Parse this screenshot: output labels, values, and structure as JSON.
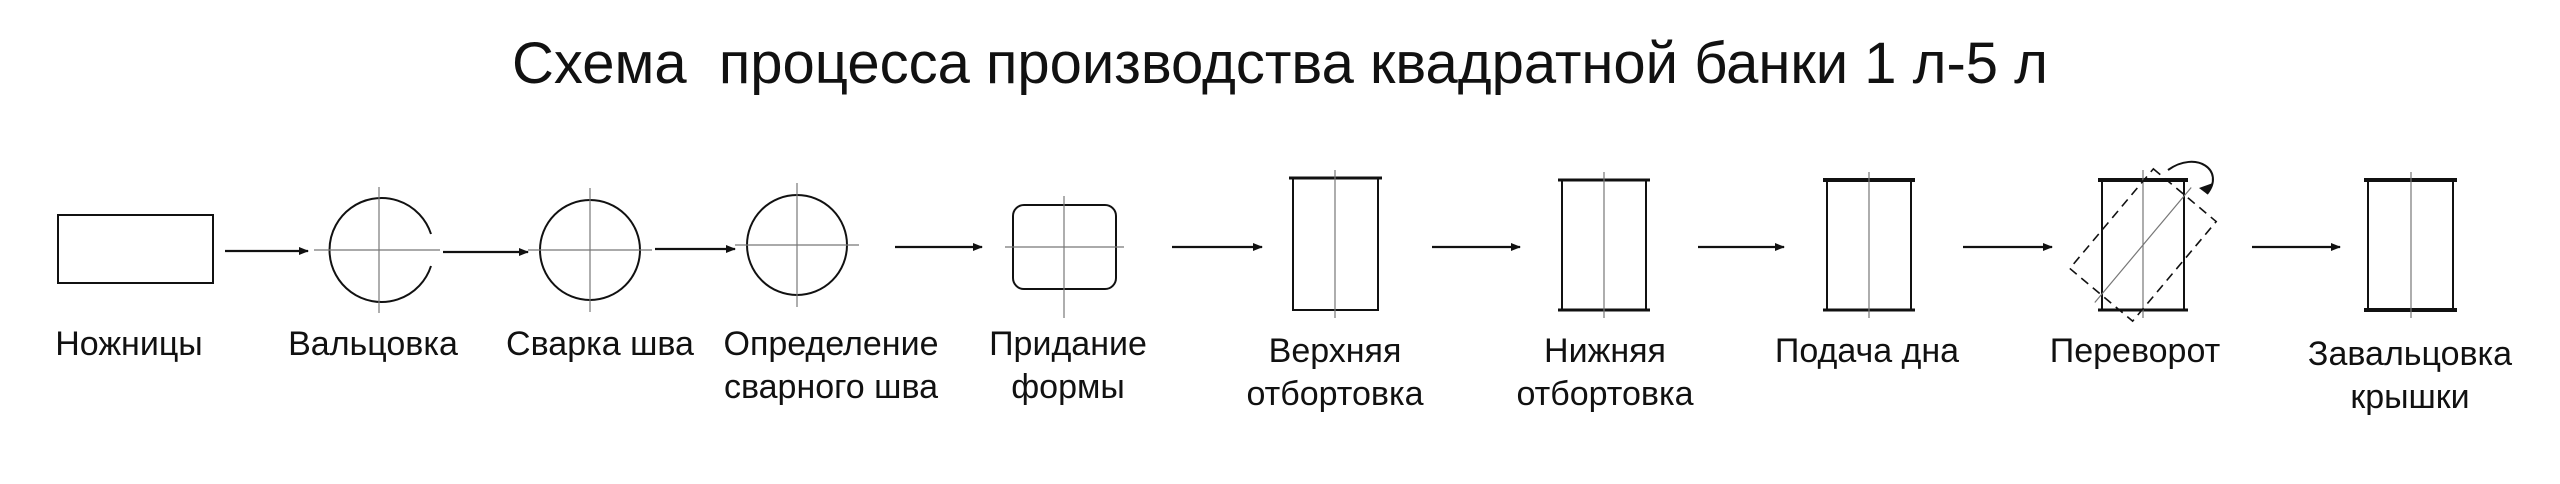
{
  "title": "Схема  процесса производства квадратной банки 1 л-5 л",
  "steps": [
    {
      "id": "shears",
      "icon": "rectangle-blank-icon",
      "lines": [
        "Ножницы"
      ]
    },
    {
      "id": "rolling",
      "icon": "open-circle-icon",
      "lines": [
        "Вальцовка"
      ]
    },
    {
      "id": "seam-welding",
      "icon": "welded-circle-icon",
      "lines": [
        "Сварка шва"
      ]
    },
    {
      "id": "seam-detection",
      "icon": "welded-circle-icon",
      "lines": [
        "Определение",
        "сварного шва"
      ]
    },
    {
      "id": "shaping",
      "icon": "rounded-square-icon",
      "lines": [
        "Придание",
        "формы"
      ]
    },
    {
      "id": "top-flanging",
      "icon": "can-body-icon",
      "lines": [
        "Верхняя",
        "отбортовка"
      ]
    },
    {
      "id": "bottom-flanging",
      "icon": "can-body-icon",
      "lines": [
        "Нижняя",
        "отбортовка"
      ]
    },
    {
      "id": "bottom-feeding",
      "icon": "can-body-icon",
      "lines": [
        "Подача дна"
      ]
    },
    {
      "id": "inverting",
      "icon": "rotating-can-icon",
      "lines": [
        "Переворот"
      ]
    },
    {
      "id": "lid-seaming",
      "icon": "can-body-icon",
      "lines": [
        "Завальцовка",
        "крышки"
      ]
    }
  ]
}
